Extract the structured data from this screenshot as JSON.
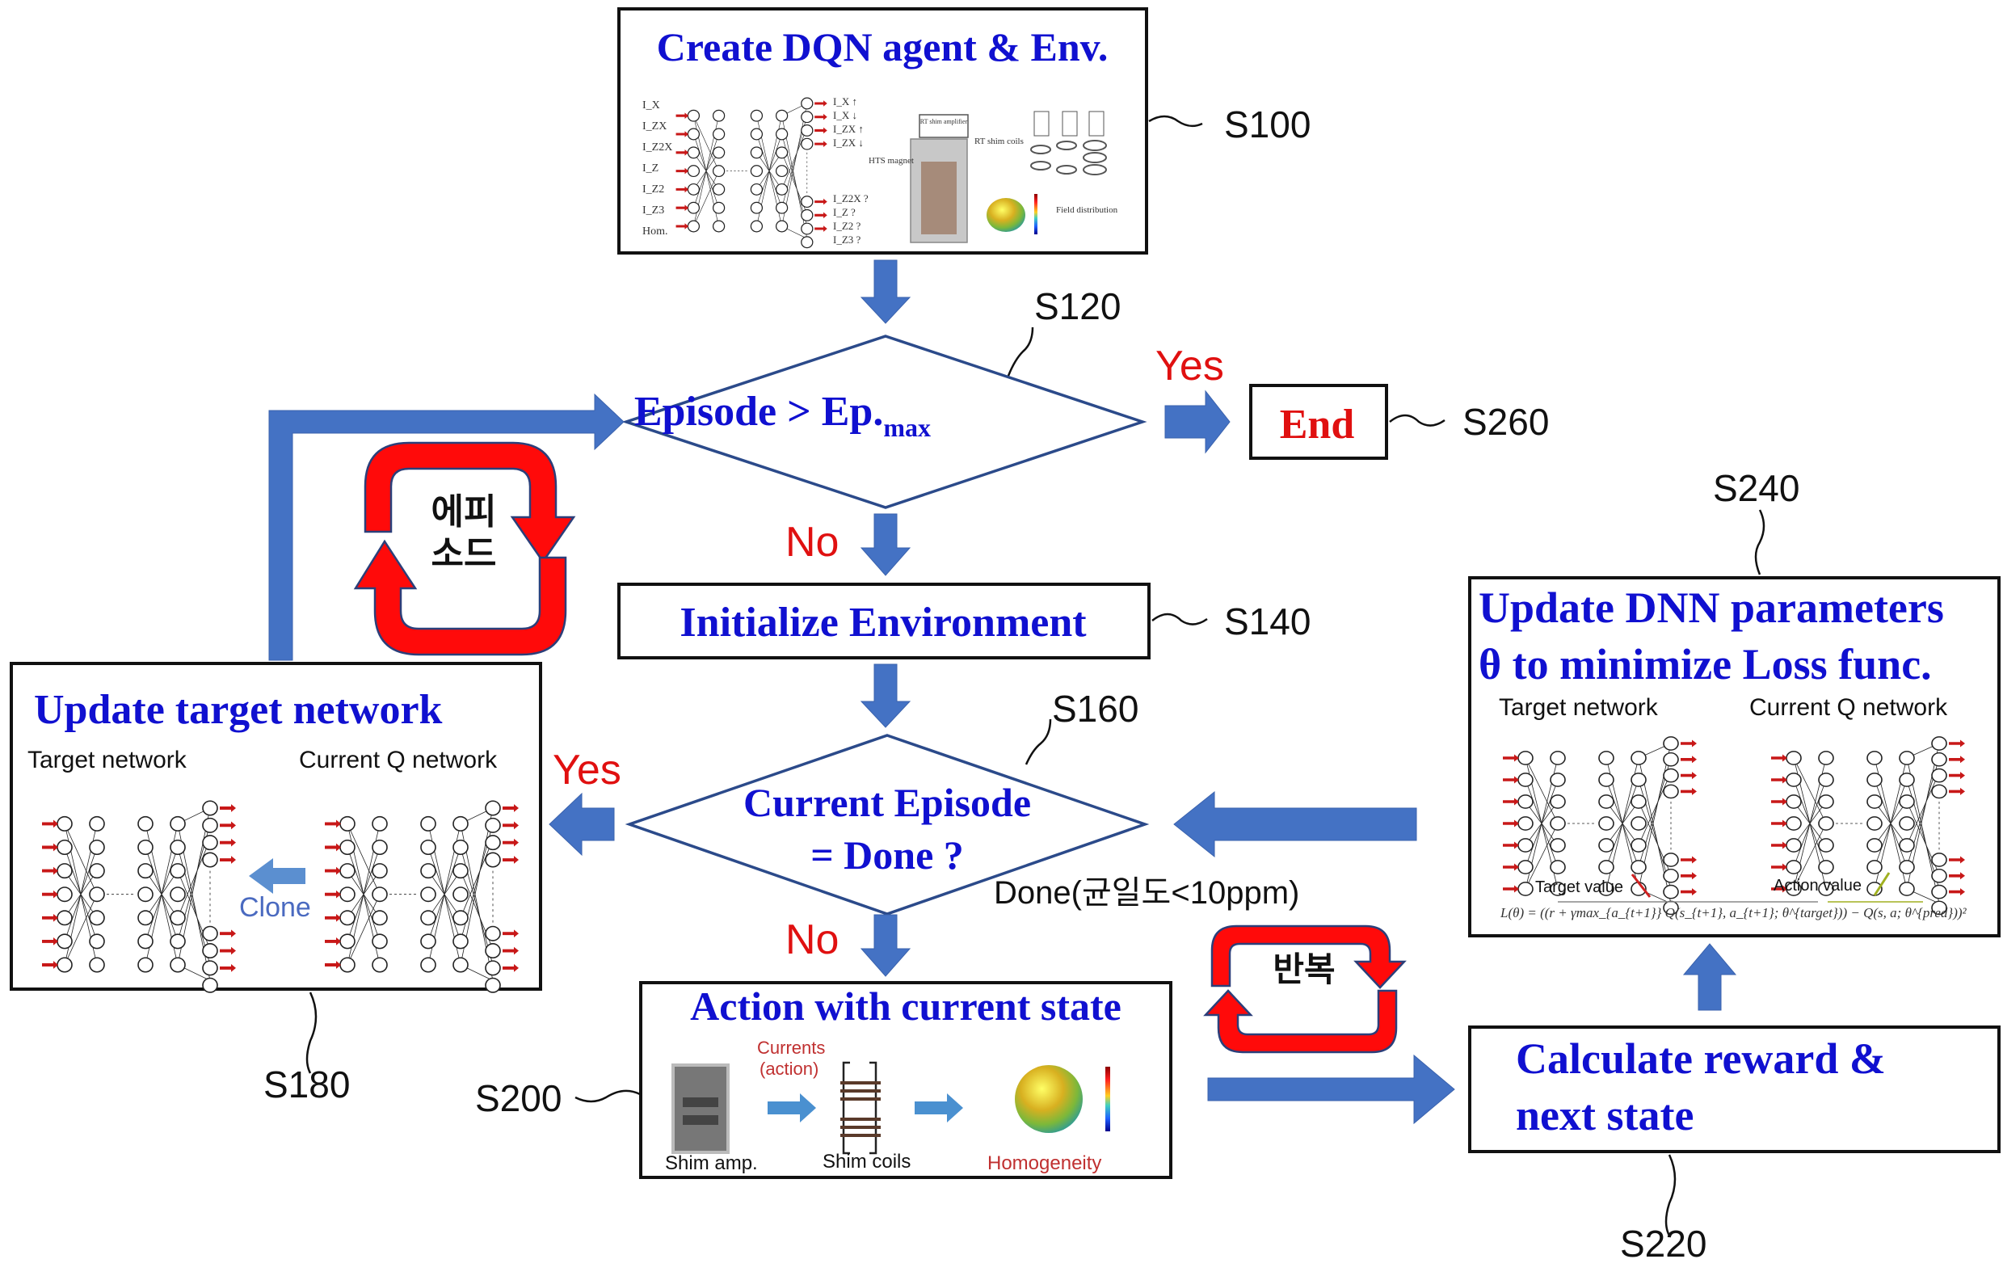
{
  "colors": {
    "flow_arrow": "#4472c4",
    "title_text": "#1010d0",
    "yes_no_text": "#e01010",
    "end_text": "#e01010",
    "loop_arrow": "#ff0a0a",
    "diamond_stroke": "#2b4a8a"
  },
  "steps": {
    "s100": {
      "id": "S100",
      "title": "Create DQN agent & Env.",
      "inputs": [
        "I_X",
        "I_ZX",
        "I_Z2X",
        "I_Z",
        "I_Z2",
        "I_Z3",
        "Hom."
      ],
      "outputs_top": [
        "I_X ↑",
        "I_X ↓",
        "I_ZX ↑",
        "I_ZX ↓"
      ],
      "outputs_bottom": [
        "I_Z2X ?",
        "I_Z ?",
        "I_Z2 ?",
        "I_Z3 ?"
      ],
      "amp_label": "RT shim amplifier",
      "hts_label": "HTS magnet",
      "coils_label": "RT shim coils",
      "field_label": "Field distribution"
    },
    "s120": {
      "id": "S120",
      "text_main": "Episode > Ep.",
      "text_sub": "max"
    },
    "s140": {
      "id": "S140",
      "title": "Initialize Environment"
    },
    "s160": {
      "id": "S160",
      "line1": "Current Episode",
      "line2": "= Done ?",
      "condition": "Done(균일도<10ppm)"
    },
    "s180": {
      "id": "S180",
      "title": "Update target network",
      "left_label": "Target network",
      "right_label": "Current Q network",
      "clone_label": "Clone"
    },
    "s200": {
      "id": "S200",
      "title": "Action with current state",
      "currents_label_1": "Currents",
      "currents_label_2": "(action)",
      "captions": [
        "Shim amp.",
        "Shim coils",
        "Homogeneity"
      ]
    },
    "s220": {
      "id": "S220",
      "line1": "Calculate reward &",
      "line2": "next state"
    },
    "s240": {
      "id": "S240",
      "line1": "Update DNN parameters",
      "line2": "θ to minimize Loss func.",
      "left_label": "Target network",
      "right_label": "Current Q network",
      "target_value_label": "Target value",
      "action_value_label": "Action value",
      "loss_formula": "L(θ) = ((r + γmax_{a_{t+1}} Q(s_{t+1}, a_{t+1}; θ^{target})) − Q(s, a; θ^{pred}))²"
    },
    "s260": {
      "id": "S260",
      "title": "End"
    }
  },
  "branches": {
    "yes_top": "Yes",
    "no_top": "No",
    "yes_mid": "Yes",
    "no_mid": "No"
  },
  "loops": {
    "episode_line1": "에피",
    "episode_line2": "소드",
    "repeat": "반복"
  }
}
